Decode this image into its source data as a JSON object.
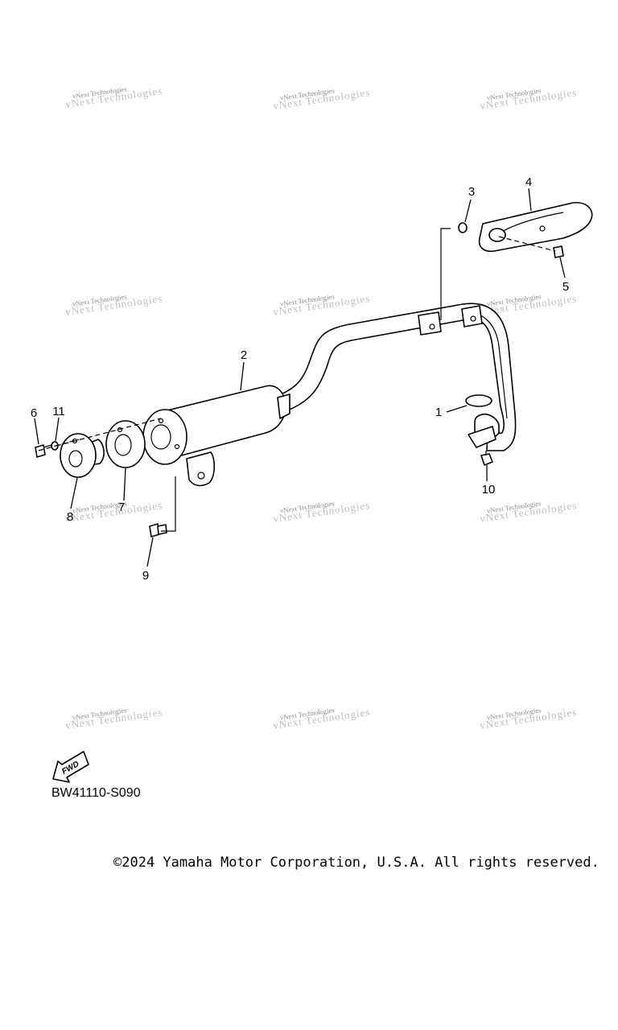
{
  "watermark_text": "vNext Technologies",
  "callouts": [
    "1",
    "2",
    "3",
    "4",
    "5",
    "6",
    "7",
    "8",
    "9",
    "10",
    "11"
  ],
  "fwd_label": "FWD",
  "diagram_code": "BW41110-S090",
  "copyright": "©2024 Yamaha Motor Corporation, U.S.A. All rights reserved."
}
